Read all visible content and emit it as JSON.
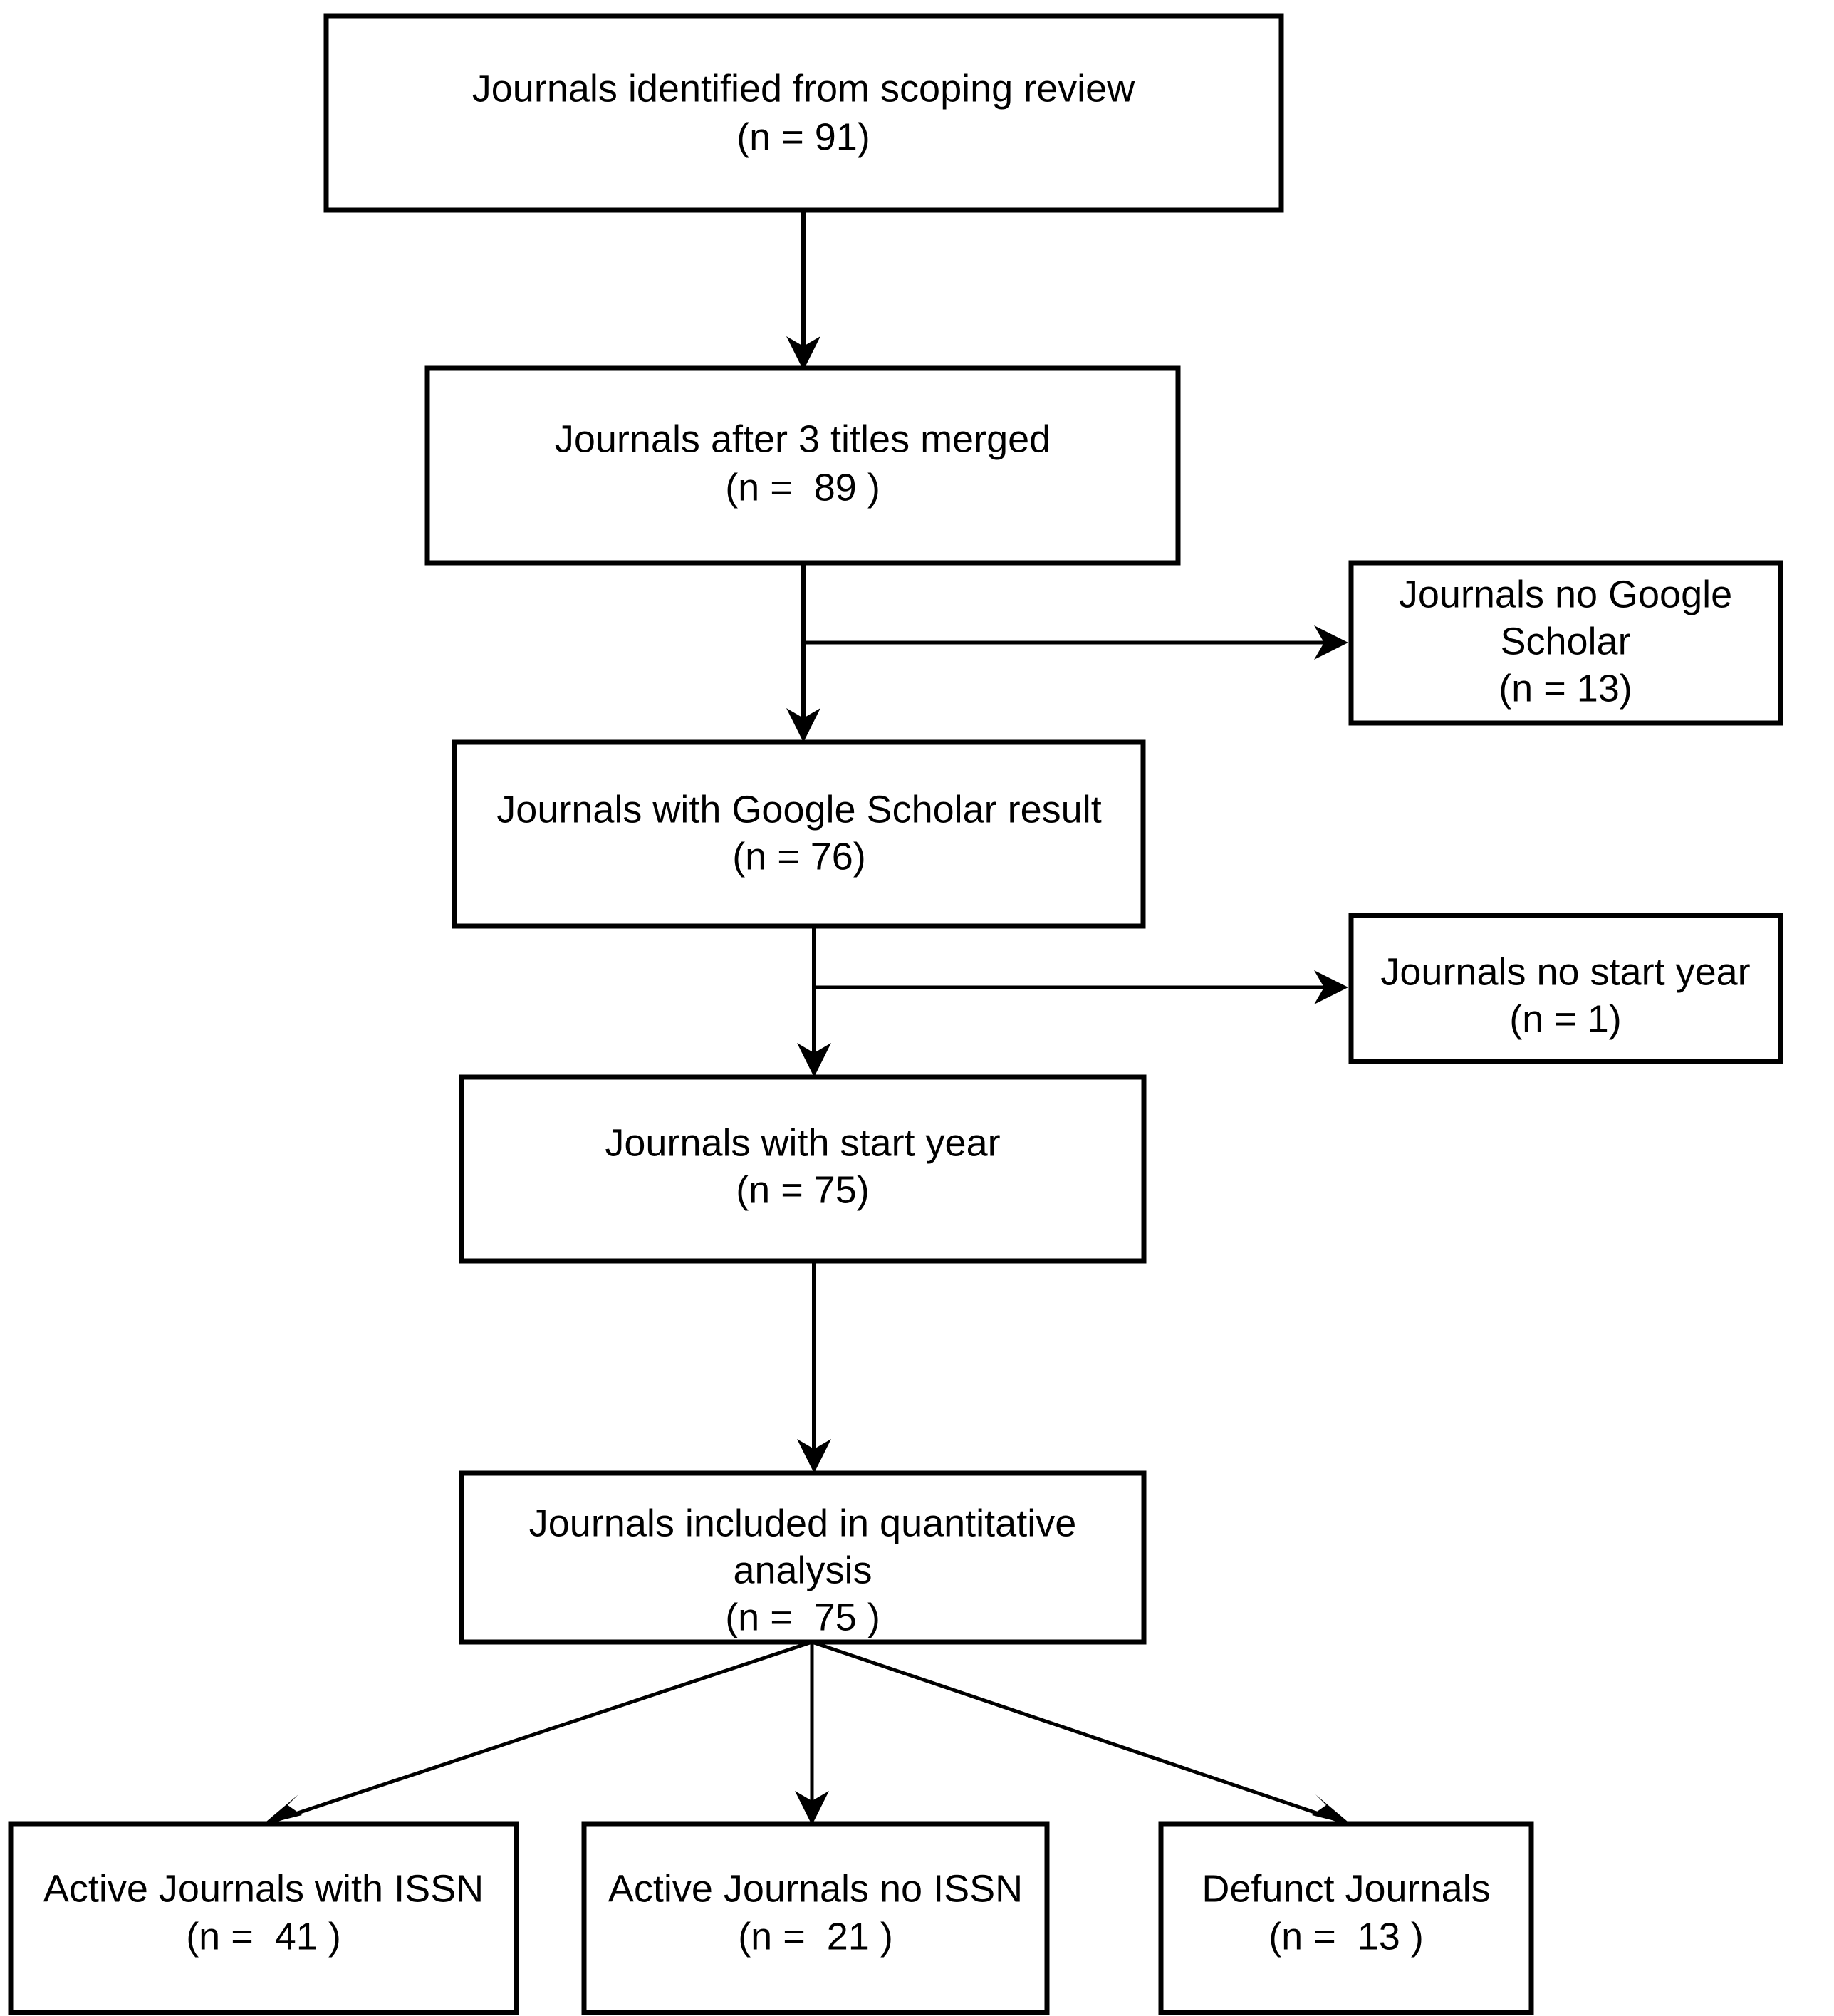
{
  "diagram": {
    "title": "PRISMA-style journal selection flow diagram",
    "type": "flowchart",
    "accent_color": "#000000",
    "background_color": "#ffffff",
    "box_fill": "#ffffff",
    "box_stroke": "#000000"
  },
  "nodes": {
    "identified": {
      "line1": "Journals identified from scoping review",
      "line2": "(n = 91)",
      "count": 91
    },
    "merged": {
      "line1": "Journals after 3 titles merged",
      "line2": "(n =  89 )",
      "count": 89
    },
    "no_google_scholar": {
      "line1": "Journals no Google",
      "line2": "Scholar",
      "line3": "(n = 13)",
      "count": 13
    },
    "with_google_scholar": {
      "line1": "Journals with Google Scholar result",
      "line2": "(n = 76)",
      "count": 76
    },
    "no_start_year": {
      "line1": "Journals no start year",
      "line2": "(n = 1)",
      "count": 1
    },
    "with_start_year": {
      "line1": "Journals with start year",
      "line2": "(n = 75)",
      "count": 75
    },
    "included": {
      "line1": "Journals included in quantitative",
      "line2": "analysis",
      "line3": "(n =  75 )",
      "count": 75
    },
    "active_with_issn": {
      "line1": "Active Journals with ISSN",
      "line2": "(n =  41 )",
      "count": 41
    },
    "active_no_issn": {
      "line1": "Active Journals no ISSN",
      "line2": "(n =  21 )",
      "count": 21
    },
    "defunct": {
      "line1": "Defunct Journals",
      "line2": "(n =  13 )",
      "count": 13
    }
  },
  "edges": [
    {
      "from": "identified",
      "to": "merged",
      "kind": "vertical-arrow"
    },
    {
      "from": "merged",
      "to": "no_google_scholar",
      "kind": "branch-right-arrow"
    },
    {
      "from": "merged",
      "to": "with_google_scholar",
      "kind": "vertical-arrow"
    },
    {
      "from": "with_google_scholar",
      "to": "no_start_year",
      "kind": "branch-right-arrow"
    },
    {
      "from": "with_google_scholar",
      "to": "with_start_year",
      "kind": "vertical-arrow"
    },
    {
      "from": "with_start_year",
      "to": "included",
      "kind": "vertical-arrow"
    },
    {
      "from": "included",
      "to": "active_with_issn",
      "kind": "diagonal-arrow-left"
    },
    {
      "from": "included",
      "to": "active_no_issn",
      "kind": "vertical-arrow"
    },
    {
      "from": "included",
      "to": "defunct",
      "kind": "diagonal-arrow-right"
    }
  ]
}
